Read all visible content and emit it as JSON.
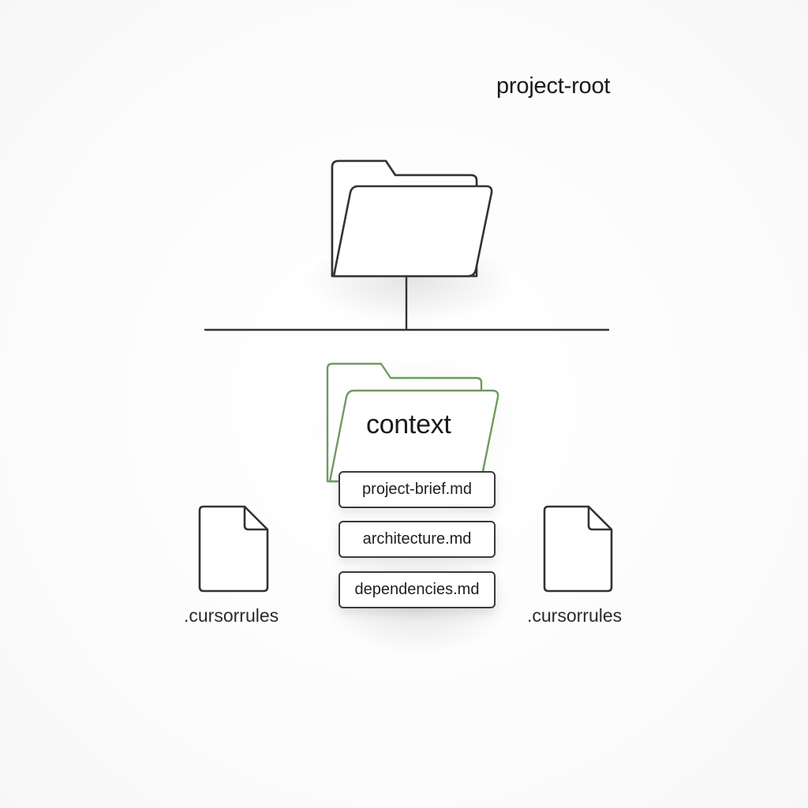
{
  "diagram": {
    "root": {
      "label": "project-root",
      "icon": "folder-icon"
    },
    "context_folder": {
      "label": "context",
      "icon": "folder-icon",
      "accent_color": "#6f9a62"
    },
    "context_files": [
      {
        "label": "project-brief.md"
      },
      {
        "label": "architecture.md"
      },
      {
        "label": "dependencies.md"
      }
    ],
    "side_files": [
      {
        "label": ".cursorrules",
        "icon": "file-icon"
      },
      {
        "label": ".cursorrules",
        "icon": "file-icon"
      }
    ],
    "colors": {
      "stroke": "#333333",
      "background": "#ffffff",
      "context_stroke": "#6f9a62"
    }
  }
}
